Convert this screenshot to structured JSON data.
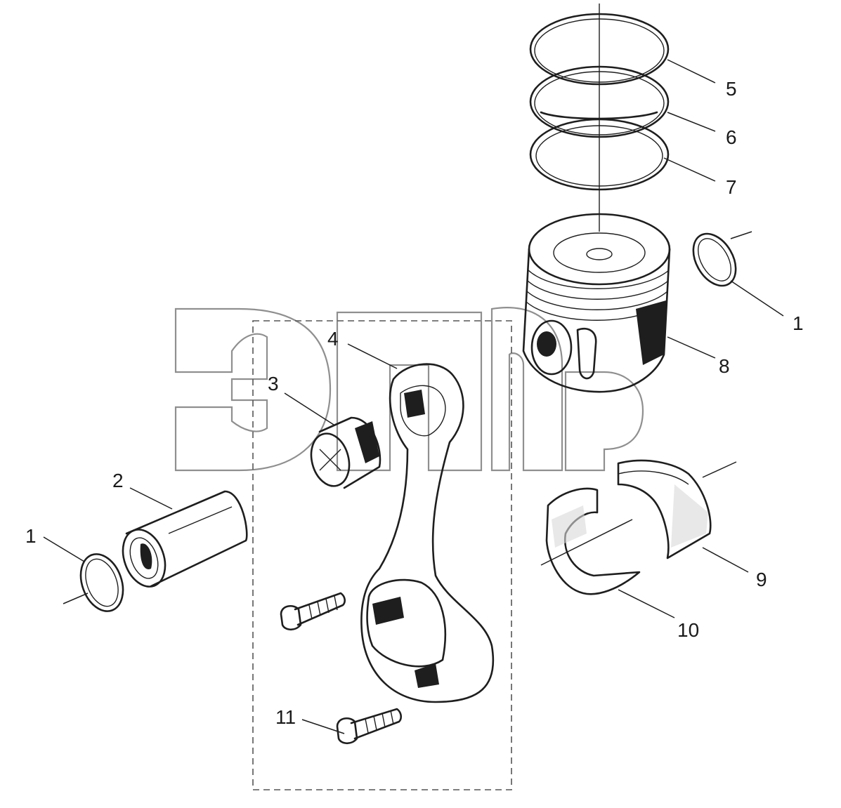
{
  "diagram": {
    "callouts": [
      {
        "id": "1a",
        "text": "1"
      },
      {
        "id": "1b",
        "text": "1"
      },
      {
        "id": "2",
        "text": "2"
      },
      {
        "id": "3",
        "text": "3"
      },
      {
        "id": "4",
        "text": "4"
      },
      {
        "id": "5",
        "text": "5"
      },
      {
        "id": "6",
        "text": "6"
      },
      {
        "id": "7",
        "text": "7"
      },
      {
        "id": "8",
        "text": "8"
      },
      {
        "id": "9",
        "text": "9"
      },
      {
        "id": "10",
        "text": "10"
      },
      {
        "id": "11",
        "text": "11"
      }
    ]
  },
  "colors": {
    "ink": "#1e1e1e",
    "watermark": "#8f8f8f",
    "background": "#ffffff"
  }
}
